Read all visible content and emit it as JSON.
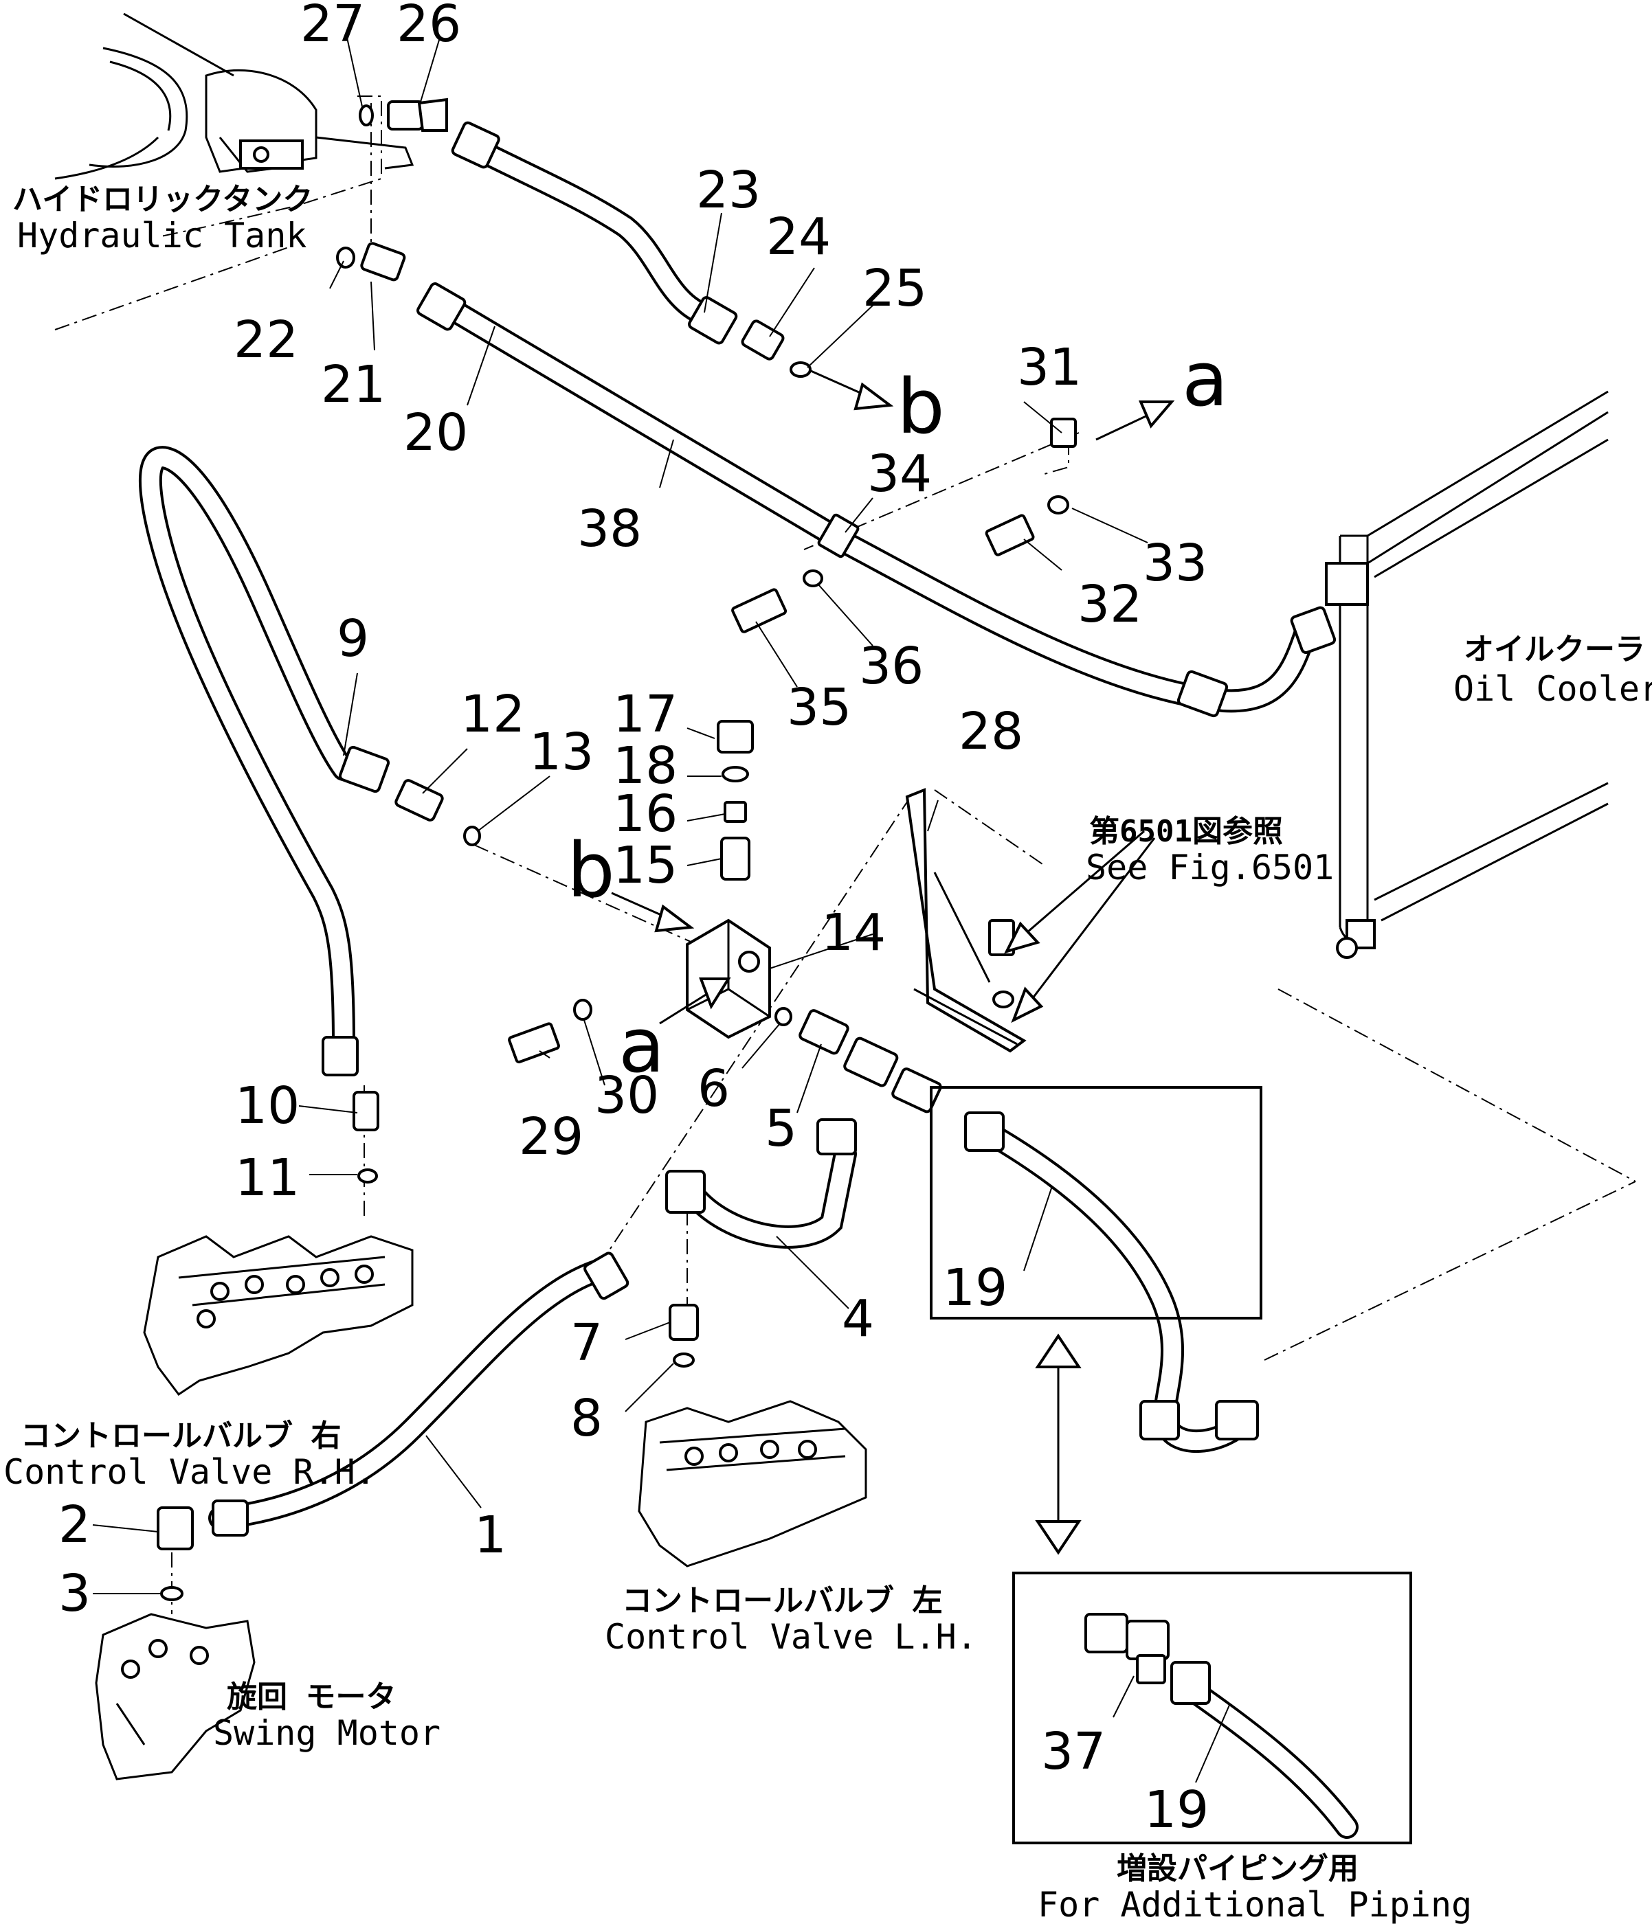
{
  "parts": {
    "p1": "1",
    "p2": "2",
    "p3": "3",
    "p4": "4",
    "p5": "5",
    "p6": "6",
    "p7": "7",
    "p8": "8",
    "p9": "9",
    "p10": "10",
    "p11": "11",
    "p12": "12",
    "p13": "13",
    "p14": "14",
    "p15": "15",
    "p16": "16",
    "p17": "17",
    "p18": "18",
    "p19a": "19",
    "p19b": "19",
    "p20": "20",
    "p21": "21",
    "p22": "22",
    "p23": "23",
    "p24": "24",
    "p25": "25",
    "p26": "26",
    "p27": "27",
    "p28": "28",
    "p29": "29",
    "p30": "30",
    "p31": "31",
    "p32": "32",
    "p33": "33",
    "p34": "34",
    "p35": "35",
    "p36": "36",
    "p37": "37",
    "p38": "38"
  },
  "letters": {
    "a_top": "a",
    "a_mid": "a",
    "b_top": "b",
    "b_mid": "b"
  },
  "labels": {
    "hydraulic_tank_jp": "ハイドロリックタンク",
    "hydraulic_tank_en": "Hydraulic Tank",
    "oil_cooler_jp": "オイルクーラ",
    "oil_cooler_en": "Oil Cooler",
    "see_fig_jp": "第6501図参照",
    "see_fig_en": "See Fig.6501",
    "control_valve_rh_jp": "コントロールバルブ 右",
    "control_valve_rh_en": "Control Valve R.H.",
    "control_valve_lh_jp": "コントロールバルブ 左",
    "control_valve_lh_en": "Control Valve L.H.",
    "swing_motor_jp": "旋回 モータ",
    "swing_motor_en": "Swing Motor",
    "additional_piping_jp": "増設パイピング用",
    "additional_piping_en": "For Additional Piping"
  }
}
